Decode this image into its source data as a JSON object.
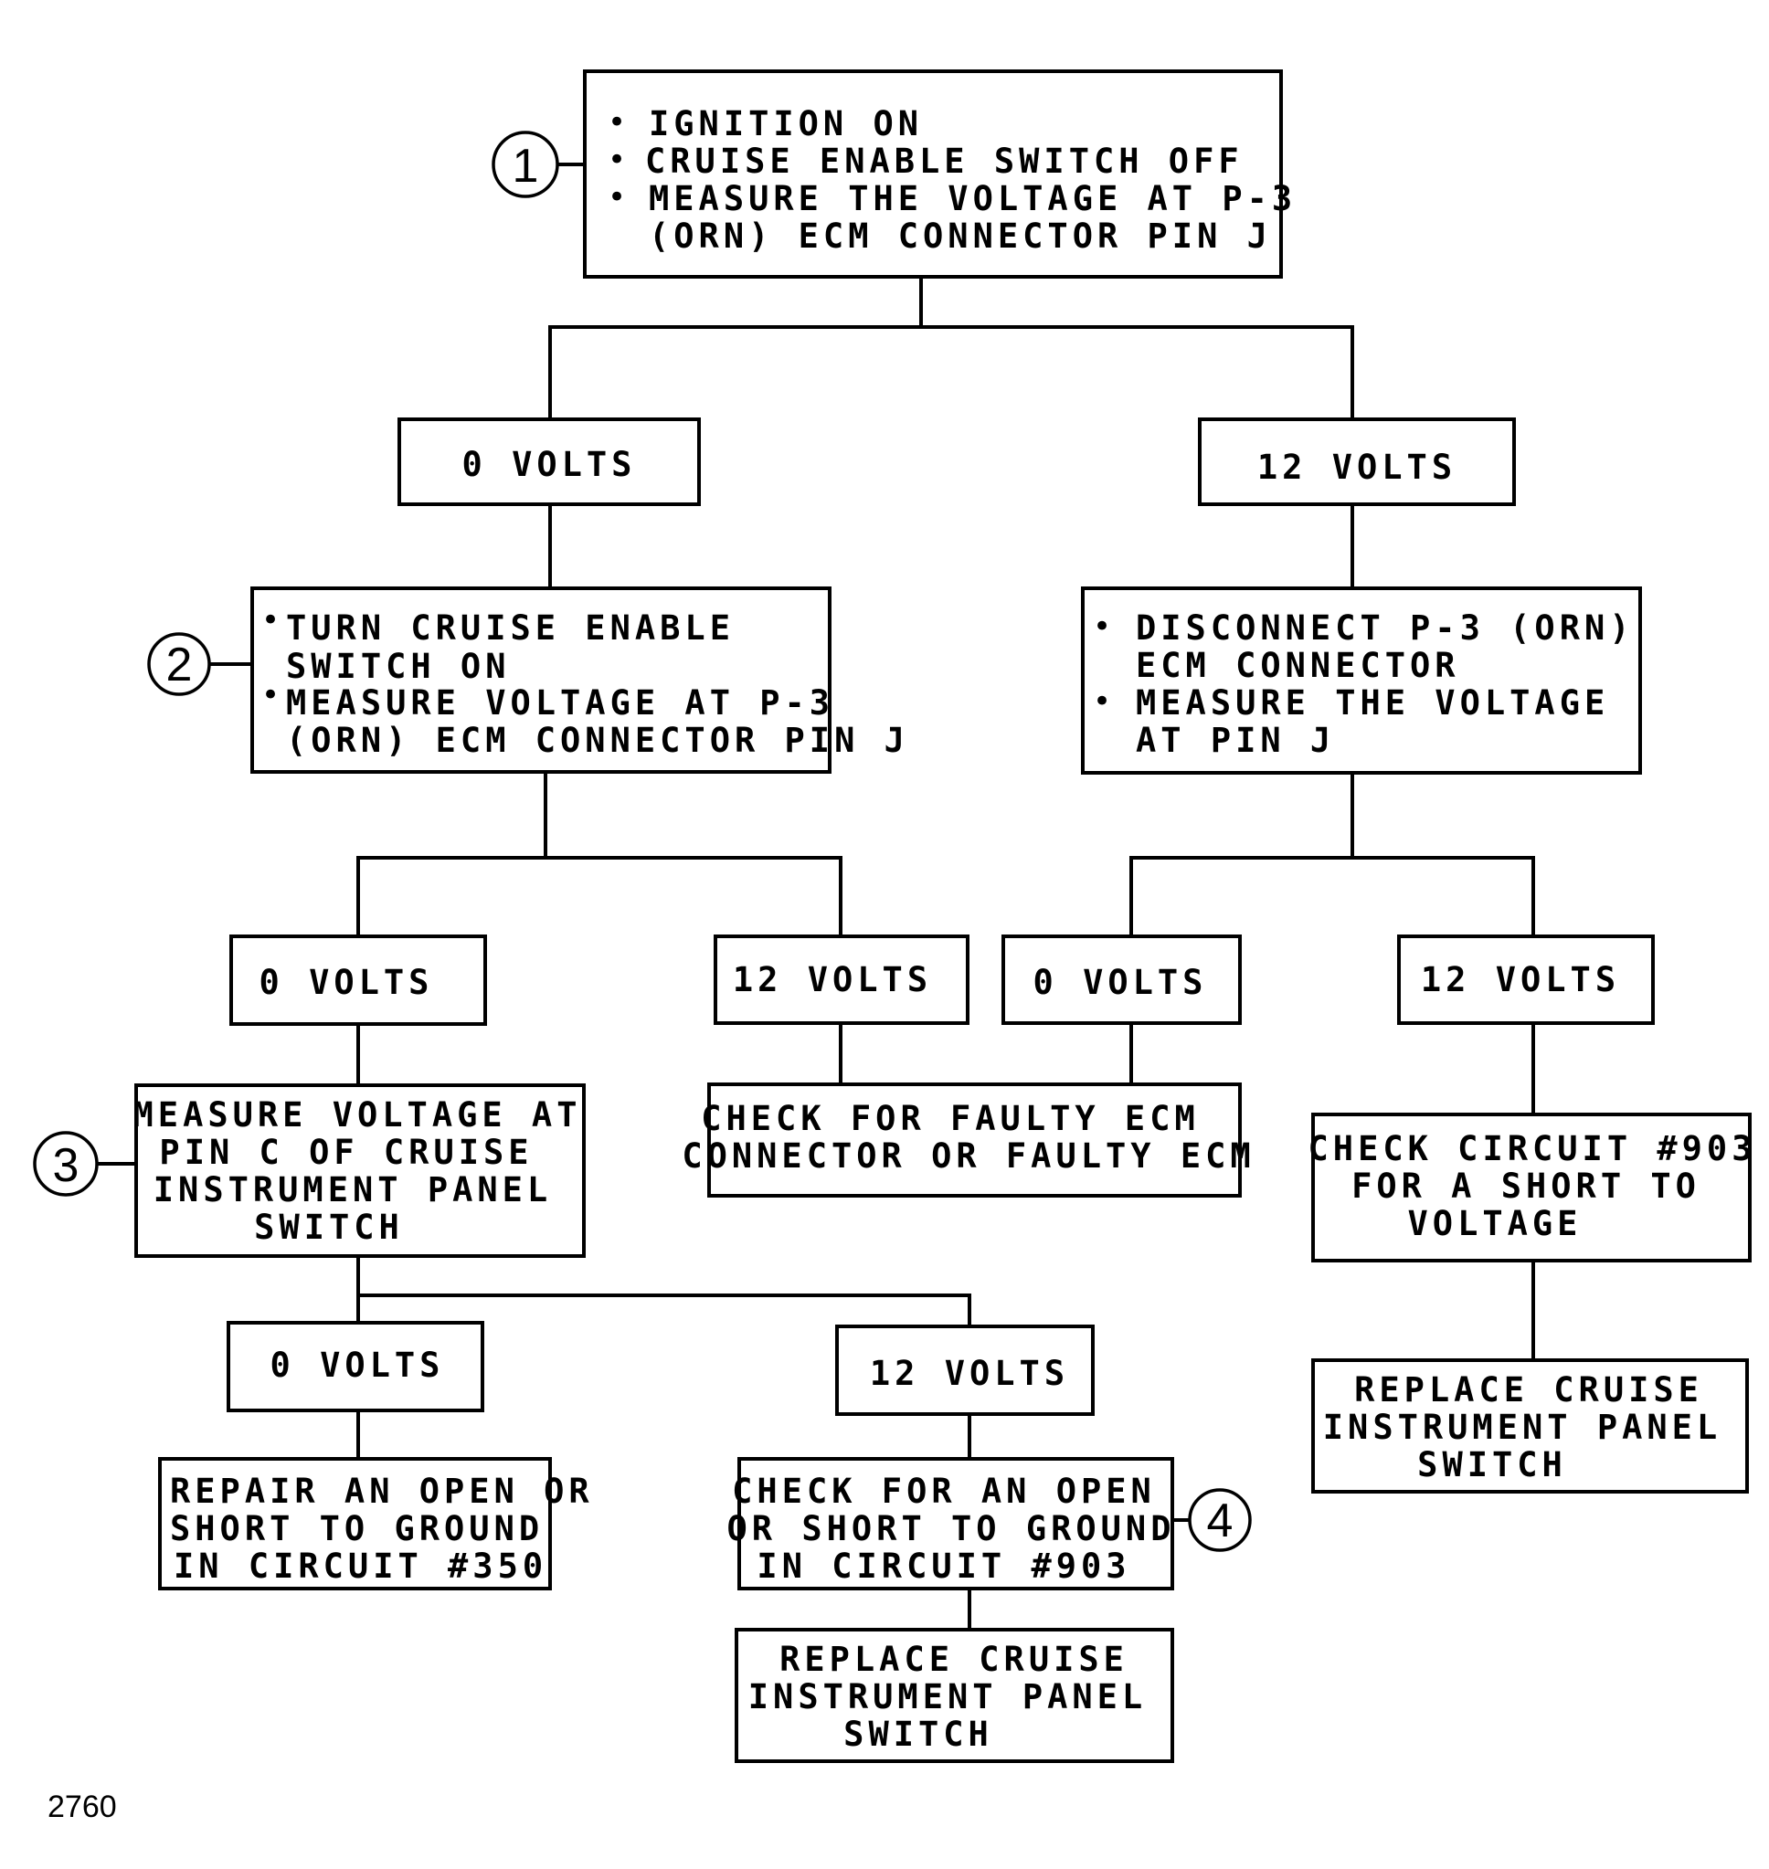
{
  "figure_number": "2760",
  "bullet_glyph": "•",
  "step_numbers": {
    "step1": "1",
    "step2": "2",
    "step3": "3",
    "step4": "4"
  },
  "boxes": {
    "start": {
      "lines": [
        "IGNITION ON",
        "CRUISE ENABLE SWITCH OFF",
        "MEASURE THE VOLTAGE AT P-3",
        "(ORN) ECM CONNECTOR PIN J"
      ]
    },
    "left_0v": {
      "lines": [
        "0 VOLTS"
      ]
    },
    "right_12v": {
      "lines": [
        "12 VOLTS"
      ]
    },
    "turn_on": {
      "lines": [
        "TURN CRUISE ENABLE",
        "SWITCH ON",
        "MEASURE VOLTAGE AT P-3",
        "(ORN) ECM CONNECTOR PIN J"
      ]
    },
    "disconnect": {
      "lines": [
        "DISCONNECT P-3 (ORN)",
        "ECM CONNECTOR",
        "MEASURE THE VOLTAGE",
        "AT PIN J"
      ]
    },
    "ll_0v": {
      "lines": [
        "0 VOLTS"
      ]
    },
    "lr_12v": {
      "lines": [
        "12 VOLTS"
      ]
    },
    "rl_0v": {
      "lines": [
        "0 VOLTS"
      ]
    },
    "rr_12v": {
      "lines": [
        "12 VOLTS"
      ]
    },
    "measure_pin_c": {
      "lines": [
        "MEASURE VOLTAGE AT",
        "PIN C OF CRUISE",
        "INSTRUMENT PANEL",
        "SWITCH"
      ]
    },
    "check_ecm": {
      "lines": [
        "CHECK FOR FAULTY ECM",
        "CONNECTOR OR FAULTY ECM"
      ]
    },
    "check_903_short": {
      "lines": [
        "CHECK CIRCUIT #903",
        "FOR A SHORT TO",
        "VOLTAGE"
      ]
    },
    "replace_right": {
      "lines": [
        "REPLACE CRUISE",
        "INSTRUMENT PANEL",
        "SWITCH"
      ]
    },
    "b_0v": {
      "lines": [
        "0 VOLTS"
      ]
    },
    "b_12v": {
      "lines": [
        "12 VOLTS"
      ]
    },
    "repair_350": {
      "lines": [
        "REPAIR AN OPEN OR",
        "SHORT TO GROUND",
        "IN CIRCUIT #350"
      ]
    },
    "check_903_open": {
      "lines": [
        "CHECK FOR AN OPEN",
        "OR SHORT TO GROUND",
        "IN CIRCUIT #903"
      ]
    },
    "replace_bottom": {
      "lines": [
        "REPLACE CRUISE",
        "INSTRUMENT PANEL",
        "SWITCH"
      ]
    }
  }
}
